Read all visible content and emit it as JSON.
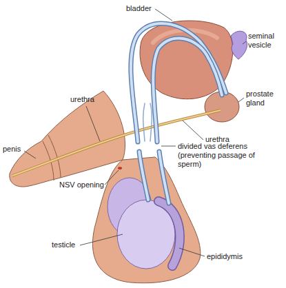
{
  "diagram": {
    "labels": [
      "bladder",
      "seminal vesicle",
      "urethra",
      "prostate gland",
      "urethra",
      "penis",
      "divided vas deferens (preventing passage of sperm)",
      "NSV opening",
      "testicle",
      "epididymis"
    ]
  }
}
